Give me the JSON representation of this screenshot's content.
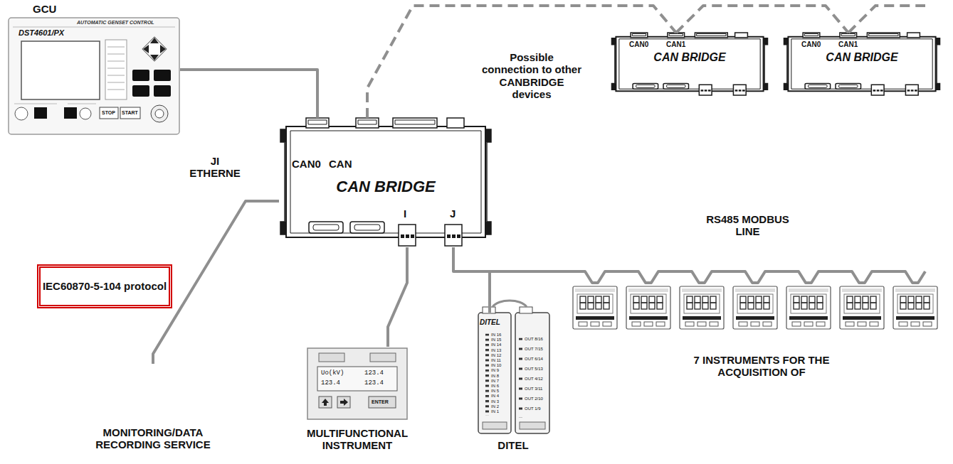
{
  "diagram": {
    "nodes": [
      {
        "text": [
          "GCU",
          "DST4601/PX"
        ]
      },
      {
        "text": [
          "CAN BRIDGE"
        ]
      },
      {
        "text": [
          "CAN BRIDGE"
        ]
      },
      {
        "text": [
          "CAN BRIDGE"
        ]
      },
      {
        "text": [
          "IEC60870-5-104 protocol"
        ]
      },
      {
        "text": [
          "MULTIFUNCTIONAL INSTRUMENT"
        ]
      },
      {
        "text": [
          "DITEL",
          "DITEL"
        ]
      },
      {
        "text": [
          "MONITORING/DATA RECORDING SERVICE"
        ]
      }
    ],
    "edges": [
      {
        "from": 0,
        "to": 1,
        "arrow": "none"
      },
      {
        "from": 1,
        "to": 2,
        "arrow": "none"
      },
      {
        "from": 2,
        "to": 3,
        "arrow": "none"
      },
      {
        "from": 1,
        "to": 7,
        "arrow": "none"
      },
      {
        "from": 1,
        "to": 5,
        "arrow": "none"
      },
      {
        "from": 1,
        "to": 6,
        "arrow": "none"
      }
    ],
    "labels": [
      "CAN0",
      "CAN",
      "I",
      "J",
      "CAN0",
      "CAN1",
      "CAN0",
      "CAN1",
      "Possible connection to other CANBRIDGE devices",
      "JI ETHERNE",
      "RS485 MODBUS LINE",
      "7 INSTRUMENTS FOR THE ACQUISITION OF",
      "AUTOMATIC GENSET CONTROL",
      "STOP",
      "START",
      "Uo(kV)",
      "123.4",
      "123.4",
      "123.4",
      "ENTER",
      "IN 16",
      "IN 15",
      "IN 14",
      "IN 13",
      "IN 12",
      "IN 11",
      "IN 10",
      "IN 9",
      "IN 8",
      "IN 7",
      "IN 6",
      "IN 5",
      "IN 4",
      "IN 3",
      "IN 2",
      "IN 1",
      "OUT 8/16",
      "OUT 7/15",
      "OUT 6/14",
      "OUT 5/13",
      "OUT 4/12",
      "OUT 3/11",
      "OUT 2/10",
      "OUT 1/9"
    ]
  }
}
